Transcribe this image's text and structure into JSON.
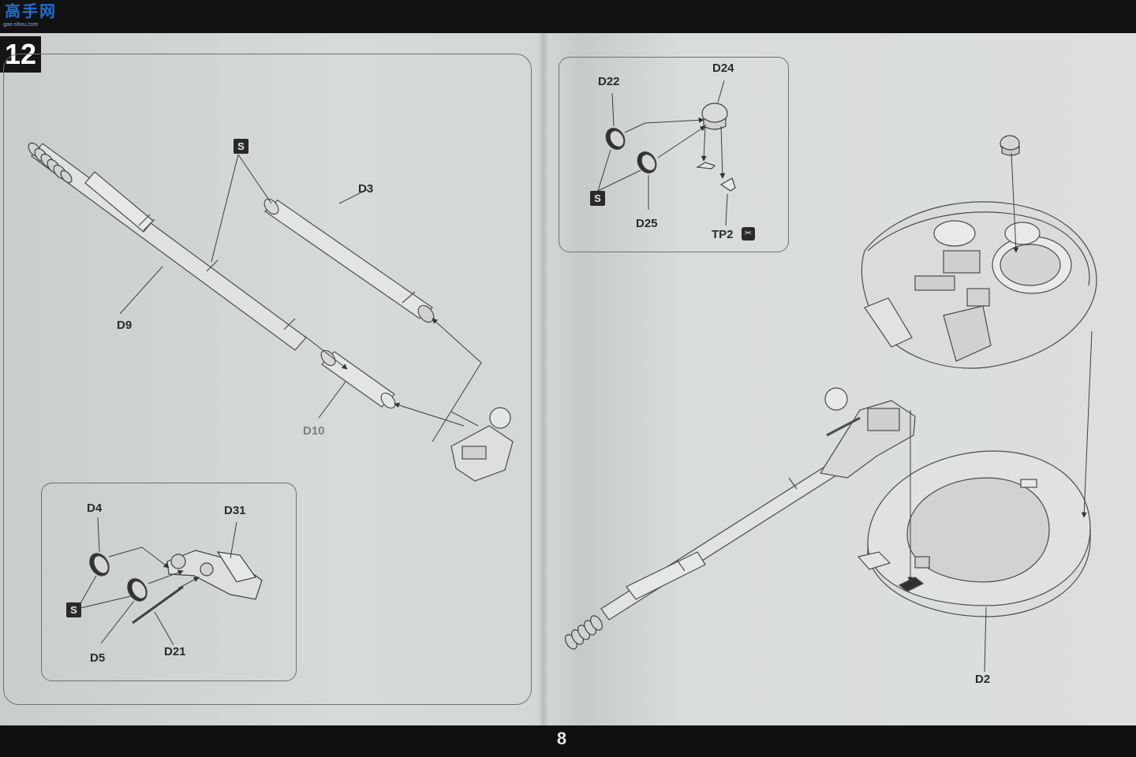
{
  "step": {
    "number": "12"
  },
  "page": {
    "number": "8"
  },
  "watermark": {
    "text": "高手网",
    "url": "gao-shou.com"
  },
  "icons": {
    "glue": "cement-icon",
    "photo_etch": "pe-part-icon"
  },
  "main_assembly": {
    "parts": {
      "d9": "D9",
      "d3": "D3",
      "d10": "D10"
    }
  },
  "inset_left": {
    "parts": {
      "d4": "D4",
      "d31": "D31",
      "d5": "D5",
      "d21": "D21"
    }
  },
  "inset_right": {
    "parts": {
      "d22": "D22",
      "d24": "D24",
      "d25": "D25",
      "tp2": "TP2"
    }
  },
  "turret_assembly": {
    "parts": {
      "d2": "D2"
    }
  }
}
